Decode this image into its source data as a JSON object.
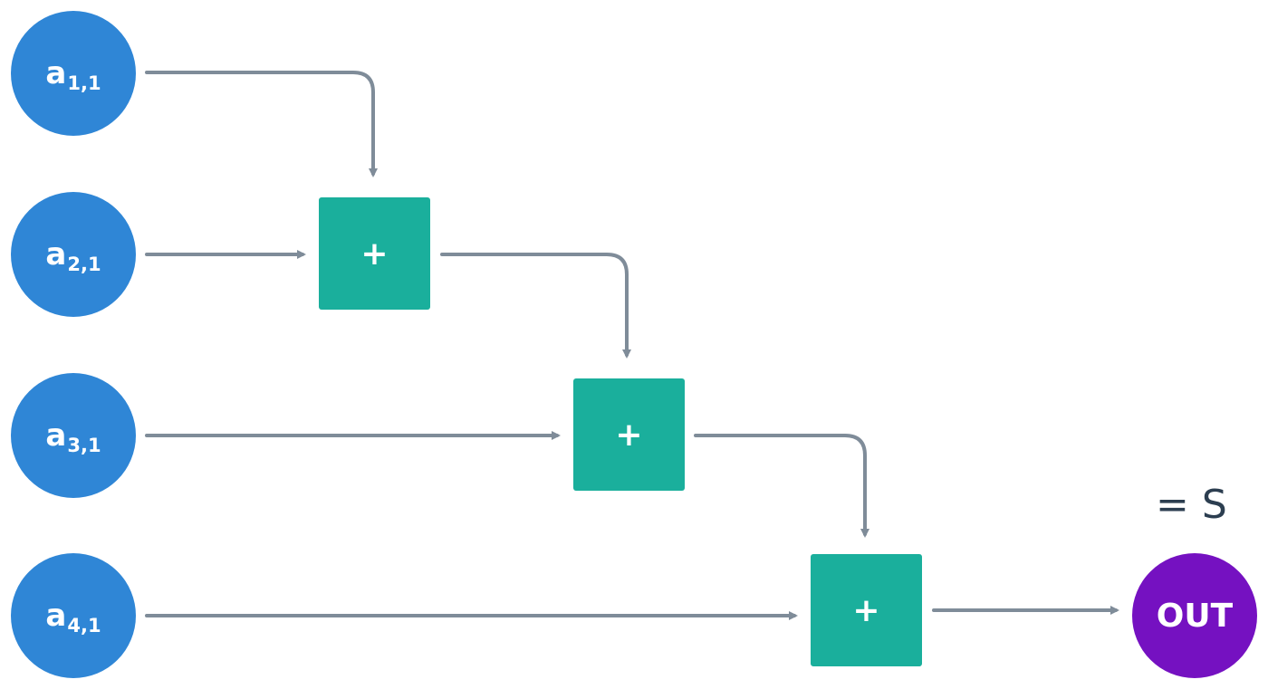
{
  "inputs": [
    {
      "base": "a",
      "sub": "1,1"
    },
    {
      "base": "a",
      "sub": "2,1"
    },
    {
      "base": "a",
      "sub": "3,1"
    },
    {
      "base": "a",
      "sub": "4,1"
    }
  ],
  "adders": [
    {
      "symbol": "+"
    },
    {
      "symbol": "+"
    },
    {
      "symbol": "+"
    }
  ],
  "output": {
    "label": "OUT",
    "result": "= S"
  },
  "colors": {
    "input_node": "#2f86d6",
    "adder": "#1aaf9c",
    "output_node": "#7511c1",
    "arrow": "#7f8c99",
    "result_text": "#2c3e50"
  }
}
